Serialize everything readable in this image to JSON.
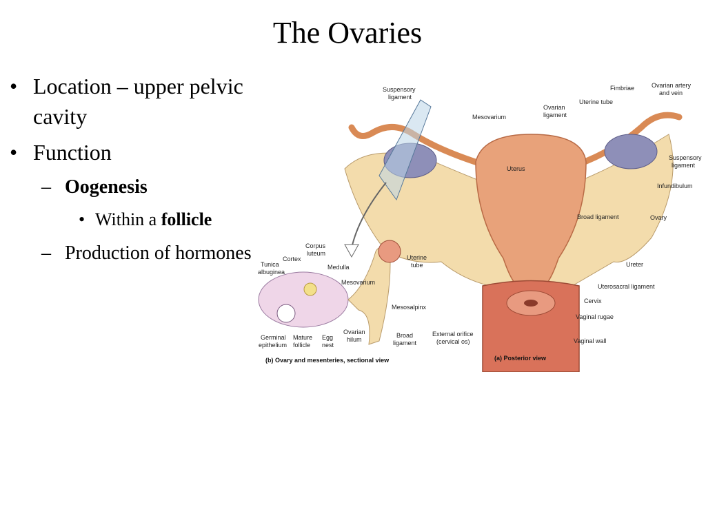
{
  "slide": {
    "title": "The Ovaries",
    "bullets": {
      "location": "Location – upper pelvic   cavity",
      "function": "Function",
      "oogenesis": "Oogenesis",
      "within_prefix": "Within a",
      "within_bold": "follicle",
      "production": "Production of hormones"
    }
  },
  "figure": {
    "posterior_labels": {
      "suspensory_ligament_1": "Suspensory",
      "suspensory_ligament_2": "ligament",
      "mesovarium": "Mesovarium",
      "ovarian_ligament_1": "Ovarian",
      "ovarian_ligament_2": "ligament",
      "uterine_tube": "Uterine tube",
      "fimbriae": "Fimbriae",
      "ovarian_artery_1": "Ovarian artery",
      "ovarian_artery_2": "and vein",
      "suspensory_r_1": "Suspensory",
      "suspensory_r_2": "ligament",
      "infundibulum": "Infundibulum",
      "uterus": "Uterus",
      "broad_ligament": "Broad ligament",
      "ovary": "Ovary",
      "ureter": "Ureter",
      "uterosacral": "Uterosacral ligament",
      "cervix": "Cervix",
      "vaginal_rugae": "Vaginal rugae",
      "external_orifice_1": "External orifice",
      "external_orifice_2": "(cervical os)",
      "vaginal_wall": "Vaginal wall",
      "caption_a": "(a) Posterior view"
    },
    "section_labels": {
      "corpus_luteum_1": "Corpus",
      "corpus_luteum_2": "luteum",
      "cortex": "Cortex",
      "medulla": "Medulla",
      "tunica_1": "Tunica",
      "tunica_2": "albuginea",
      "mesovarium": "Mesovarium",
      "uterine_tube_1": "Uterine",
      "uterine_tube_2": "tube",
      "mesosalpinx": "Mesosalpinx",
      "ovarian_hilum_1": "Ovarian",
      "ovarian_hilum_2": "hilum",
      "broad_ligament_1": "Broad",
      "broad_ligament_2": "ligament",
      "germinal_1": "Germinal",
      "germinal_2": "epithelium",
      "mature_1": "Mature",
      "mature_2": "follicle",
      "egg_1": "Egg",
      "egg_2": "nest",
      "caption_b": "(b) Ovary and mesenteries, sectional view"
    }
  }
}
